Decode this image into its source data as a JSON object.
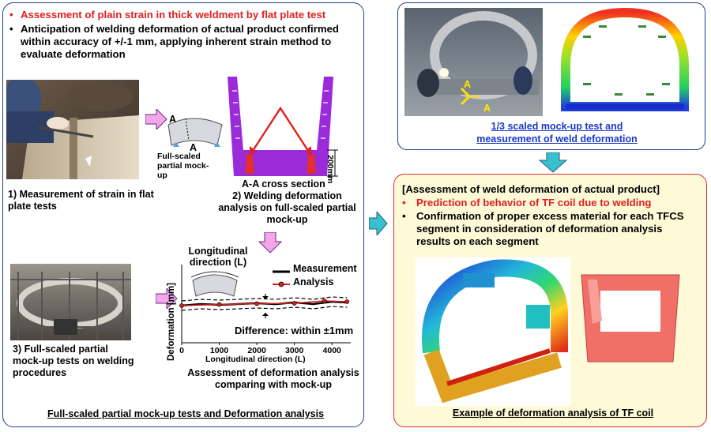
{
  "left": {
    "bullet1": "Assessment of plain strain in thick weldment by flat plate test",
    "bullet2": "Anticipation of welding deformation of actual product confirmed within accuracy of +/-1 mm, applying inherent strain method to evaluate deformation",
    "caption1": "1) Measurement of strain in flat plate tests",
    "mockup_label": "Full-scaled partial mock-up",
    "section_a": "A",
    "section_label": "A-A cross section",
    "dim_label": "200mm",
    "caption2": "2) Welding deformation analysis on full-scaled partial mock-up",
    "caption3": "3) Full-scaled partial mock-up tests on welding procedures",
    "assessment_caption": "Assessment of deformation analysis comparing with mock-up",
    "footer": "Full-scaled partial mock-up tests and Deformation analysis"
  },
  "chart_data": {
    "type": "line",
    "xlabel": "Longitudinal direction (L)",
    "ylabel": "Deformation  [mm]",
    "x_ticks": [
      "0",
      "1000",
      "2000",
      "3000",
      "4000"
    ],
    "xlim": [
      0,
      4500
    ],
    "series": [
      {
        "name": "Measurement",
        "color": "#000000",
        "x": [
          0,
          500,
          1000,
          1500,
          2000,
          2500,
          3000,
          3500,
          4000,
          4400
        ],
        "y": [
          0.1,
          0.3,
          0.2,
          0.3,
          0.4,
          0.3,
          0.5,
          0.3,
          0.6,
          0.5
        ]
      },
      {
        "name": "Analysis",
        "color": "#d62020",
        "x": [
          0,
          1000,
          2000,
          3000,
          3800,
          4400
        ],
        "y": [
          0.1,
          0.25,
          0.35,
          0.4,
          0.7,
          0.6
        ]
      }
    ],
    "annotations": {
      "longitudinal": "Longitudinal direction (L)",
      "difference": "Difference: within ±1mm"
    }
  },
  "top_right": {
    "label_a": "A",
    "caption_line1": "1/3 scaled mock-up test and",
    "caption_line2": "measurement of weld deformation"
  },
  "bottom_right": {
    "heading": "[Assessment of weld deformation of actual product]",
    "bullet1": "Prediction of behavior of TF coil due to welding",
    "bullet2": "Confirmation of proper excess material for each TFCS segment  in consideration of deformation analysis results on each segment",
    "caption": "Example of deformation analysis of TF coil"
  },
  "colors": {
    "panel_border_blue": "#1f3f8f",
    "panel_border_red": "#d62b2b",
    "panel_fill_yellow": "#fefad8",
    "arrow_pink": "#f3a6e8",
    "arrow_cyan": "#38c0cf",
    "section_purple": "#9b2ad9"
  }
}
